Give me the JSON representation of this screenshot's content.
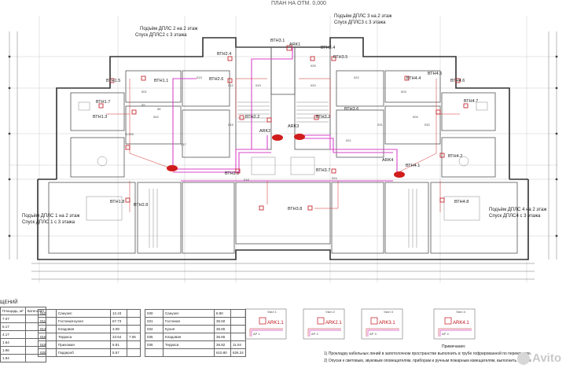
{
  "sheet": {
    "title": "ПЛАН НА ОТМ. 0,000",
    "elevation_mark": "0,000"
  },
  "riser_notes": {
    "top_center": [
      "Подъём ДПЛС 3 на 2 этаж",
      "Спуск ДПЛС3 с 3 этажа"
    ],
    "top_left": [
      "Подъём ДПЛС 2 на 2 этаж",
      "Спуск ДПЛС2 с 3 этажа"
    ],
    "left": [
      "Подъём ДПЛС 1 на 2 этаж",
      "Спуск ДПЛС 1 с 3 этажа"
    ],
    "right": [
      "Подъём ДПЛС 4 на 2 этаж",
      "Спуск ДПЛС4 с 3 этажа"
    ]
  },
  "devices": {
    "vtn_labels": [
      "ВТН1.1",
      "ВТН1.3",
      "ВТН1.5",
      "ВТН1.7",
      "ВТН1.8",
      "ВТН2.1",
      "ВТН2.2",
      "ВТН2.4",
      "ВТН2.6",
      "ВТН2.8",
      "ВТН3.1",
      "ВТН3.2",
      "ВТН3.4",
      "ВТН3.5",
      "ВТН3.6",
      "ВТН3.7",
      "ВТН3.8",
      "ВТН4.1",
      "ВТН4.2",
      "ВТН4.4",
      "ВТН4.5",
      "ВТН4.6",
      "ВТН4.7",
      "ВТН4.8"
    ],
    "ark_labels": [
      "ARK1",
      "ARK3",
      "ARK2",
      "ARK4"
    ],
    "room_numbers": [
      "013",
      "012",
      "015",
      "022",
      "001",
      "002",
      "003",
      "004",
      "05",
      "06",
      "017",
      "018",
      "019",
      "020",
      "021",
      "024",
      "025",
      "031",
      "032"
    ]
  },
  "nodes": [
    {
      "title": "Узел 1",
      "ark": "ARK1.1",
      "ap": "АР 1"
    },
    {
      "title": "Узел 2",
      "ark": "ARK2.1",
      "ap": "АР 2"
    },
    {
      "title": "Узел 3",
      "ark": "ARK3.1",
      "ap": "АР 3"
    },
    {
      "title": "Узел 4",
      "ark": "ARK4.1",
      "ap": "АР 4"
    }
  ],
  "explication": {
    "header_fragment": "ЩЕНИЙ",
    "col_area": "Площадь, м²",
    "col_cat": "Категория",
    "left_areas": [
      "7.07",
      "6.17",
      "4.17",
      "1.64",
      "1.96",
      "1.94"
    ],
    "rows_a": [
      {
        "num": "010",
        "name": "Санузел",
        "area": "12.43",
        "extra": ""
      },
      {
        "num": "011",
        "name": "Гостиная-кухня",
        "area": "67.73",
        "extra": ""
      },
      {
        "num": "014",
        "name": "Кладовая",
        "area": "3.09",
        "extra": ""
      },
      {
        "num": "016",
        "name": "Терраса",
        "area": "23.54",
        "extra": "7.06"
      },
      {
        "num": "019",
        "name": "Прихожая",
        "area": "6.81",
        "extra": ""
      },
      {
        "num": "020",
        "name": "Гардероб",
        "area": "5.57",
        "extra": ""
      }
    ],
    "rows_b": [
      {
        "num": "030",
        "name": "Санузел",
        "area": "8.90",
        "extra": ""
      },
      {
        "num": "031",
        "name": "Гостиная",
        "area": "35.50",
        "extra": ""
      },
      {
        "num": "032",
        "name": "Кухня",
        "area": "35.65",
        "extra": ""
      },
      {
        "num": "035",
        "name": "Кладовая",
        "area": "35.65",
        "extra": ""
      },
      {
        "num": "036",
        "name": "Терраса",
        "area": "36.82",
        "extra": "11.04"
      },
      {
        "num": "",
        "name": "",
        "area": "610.80",
        "extra": "626.24"
      }
    ]
  },
  "notes": {
    "title": "Примечания:",
    "items": [
      "1)   Прокладку кабельных линий в запотолочном пространстве выполнить в трубе гофрированной по перекрытию.",
      "2)   Опуски к световым, звуковым оповещателям, приборам и ручным пожарным извещателям, выполнить в трубе"
    ]
  },
  "watermark": {
    "text": "Avito"
  },
  "colors": {
    "line": "#4a4a4a",
    "cable_pink": "#d946c8",
    "device_red": "#c0121a",
    "grid": "#bdbdbd"
  }
}
